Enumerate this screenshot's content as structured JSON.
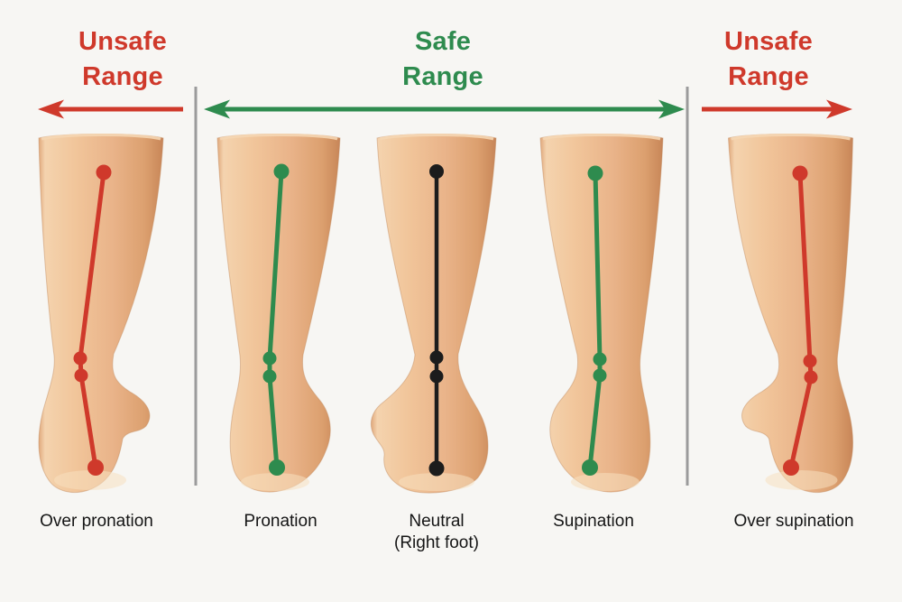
{
  "title": "Foot pronation safe and unsafe ranges diagram",
  "colors": {
    "unsafe": "#cf392b",
    "safe": "#2e8b4e",
    "neutral": "#1c1c1c",
    "divider": "#9b9b9b",
    "label": "#151515",
    "background": "#f7f6f3",
    "skin": "#ecbb90"
  },
  "headers": {
    "unsafe_left": {
      "line1": "Unsafe",
      "line2": "Range"
    },
    "safe": {
      "line1": "Safe",
      "line2": "Range"
    },
    "unsafe_right": {
      "line1": "Unsafe",
      "line2": "Range"
    }
  },
  "figures": [
    {
      "name": "over-pronation",
      "label": "Over pronation",
      "color_key": "unsafe",
      "line_points": [
        [
          115,
          191
        ],
        [
          89,
          397
        ],
        [
          90,
          416
        ],
        [
          106,
          518
        ]
      ],
      "dot_radii": [
        8.5,
        7.5,
        7.5,
        9
      ],
      "line_width": 5
    },
    {
      "name": "pronation",
      "label": "Pronation",
      "color_key": "safe",
      "line_points": [
        [
          312,
          190
        ],
        [
          299,
          397
        ],
        [
          299,
          417
        ],
        [
          307,
          518
        ]
      ],
      "dot_radii": [
        8.5,
        7.5,
        7.5,
        9
      ],
      "line_width": 5
    },
    {
      "name": "neutral",
      "label": "Neutral",
      "sublabel": "(Right foot)",
      "color_key": "neutral",
      "line_points": [
        [
          484,
          190
        ],
        [
          484,
          396
        ],
        [
          484,
          417
        ],
        [
          484,
          519
        ]
      ],
      "dot_radii": [
        8,
        7.5,
        7.5,
        8.5
      ],
      "line_width": 4.5
    },
    {
      "name": "supination",
      "label": "Supination",
      "color_key": "safe",
      "line_points": [
        [
          660,
          192
        ],
        [
          665,
          398
        ],
        [
          665,
          416
        ],
        [
          654,
          518
        ]
      ],
      "dot_radii": [
        8.5,
        7.5,
        7.5,
        9
      ],
      "line_width": 5
    },
    {
      "name": "over-supination",
      "label": "Over supination",
      "color_key": "unsafe",
      "line_points": [
        [
          887,
          192
        ],
        [
          898,
          400
        ],
        [
          899,
          418
        ],
        [
          877,
          518
        ]
      ],
      "dot_radii": [
        8.5,
        7.5,
        7.5,
        9
      ],
      "line_width": 5
    }
  ]
}
